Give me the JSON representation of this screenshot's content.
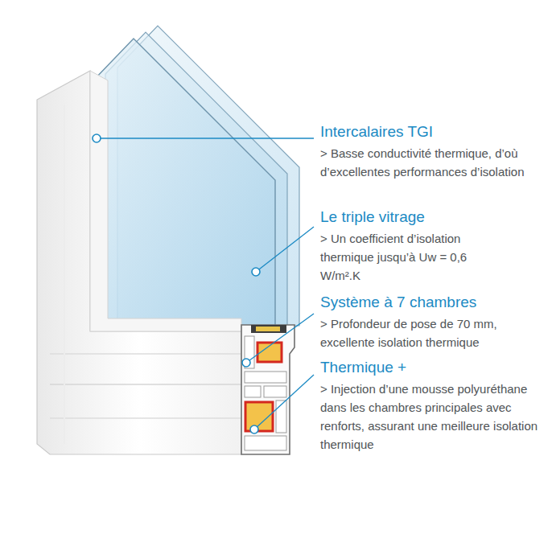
{
  "diagram": {
    "labels": [
      "Intercalaires TGI",
      "> Basse conductivité thermique, d’où d’excellentes performances d’isolation",
      "Le triple vitrage",
      "> Un coefficient d’isolation thermique jusqu’à Uw = 0,6 W/m².K",
      "Système à 7 chambres",
      "> Profondeur de pose de 70 mm, excellente isolation thermique",
      "Thermique +",
      "> Injection d’une mousse polyuréthane dans les chambres principales avec renforts, assurant une meilleure isolation thermique"
    ]
  }
}
